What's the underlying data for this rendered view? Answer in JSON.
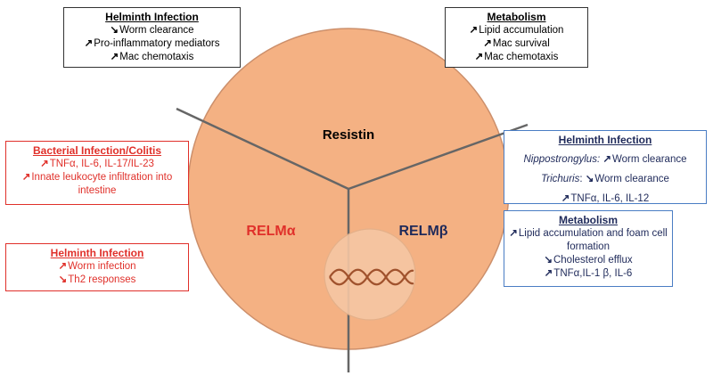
{
  "colors": {
    "circle_fill": "#f4b183",
    "circle_stroke": "#cc8f6b",
    "divider": "#666666",
    "red": "#e0302a",
    "navy": "#1f2a5a",
    "blue_border": "#4a7dc4",
    "dark_border": "#333333",
    "helix": "#a0522d"
  },
  "icons": {
    "up_arrow": "↗",
    "down_arrow": "↘"
  },
  "regions": {
    "resistin": "Resistin",
    "relm_alpha": "RELMα",
    "relm_beta": "RELMβ"
  },
  "boxes": {
    "resistin_helminth": {
      "title": "Helminth Infection",
      "lines": [
        {
          "arrow": "↘",
          "text": "Worm clearance"
        },
        {
          "arrow": "↗",
          "text": "Pro-inflammatory mediators"
        },
        {
          "arrow": "↗",
          "text": "Mac chemotaxis"
        }
      ]
    },
    "resistin_metabolism": {
      "title": "Metabolism",
      "lines": [
        {
          "arrow": "↗",
          "text": "Lipid accumulation"
        },
        {
          "arrow": "↗",
          "text": "Mac survival"
        },
        {
          "arrow": "↗",
          "text": "Mac chemotaxis"
        }
      ]
    },
    "relma_bacterial": {
      "title": "Bacterial Infection/Colitis",
      "lines": [
        {
          "arrow": "↗",
          "text": "TNFα, IL-6, IL-17/IL-23"
        },
        {
          "arrow": "↗",
          "text": "Innate leukocyte infiltration into intestine"
        }
      ]
    },
    "relma_helminth": {
      "title": "Helminth Infection",
      "lines": [
        {
          "arrow": "↗",
          "text": "Worm infection"
        },
        {
          "arrow": "↘",
          "text": "Th2 responses"
        }
      ]
    },
    "relmb_helminth": {
      "title": "Helminth Infection",
      "lines": [
        {
          "prefix": "Nippostrongylus:",
          "arrow": "↗",
          "text": "Worm clearance"
        },
        {
          "prefix": "Trichuris",
          "sep": ":",
          "arrow": "↘",
          "text": "Worm clearance"
        },
        {
          "arrow": "↗",
          "text": "TNFα, IL-6, IL-12"
        }
      ]
    },
    "relmb_metabolism": {
      "title": "Metabolism",
      "lines": [
        {
          "arrow": "↗",
          "text": "Lipid accumulation and foam cell formation"
        },
        {
          "arrow": "↘",
          "text": "Cholesterol efflux"
        },
        {
          "arrow": "↗",
          "text": "TNFα,IL-1 β, IL-6"
        }
      ]
    }
  }
}
